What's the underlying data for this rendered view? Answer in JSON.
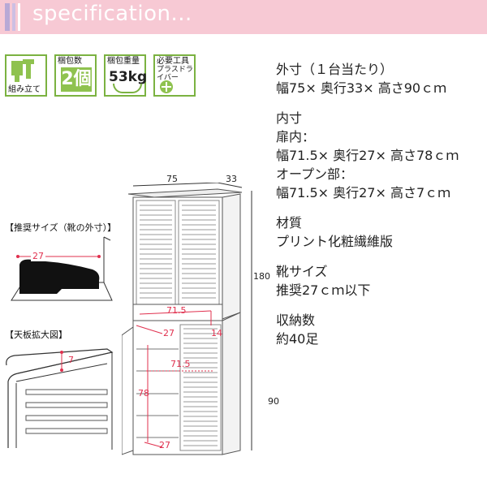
{
  "header": {
    "title": "specification..."
  },
  "icons": [
    {
      "label": "組み立て",
      "name": "assembly"
    },
    {
      "label": "梱包数",
      "value": "2個",
      "name": "package-count"
    },
    {
      "label": "梱包重量",
      "value": "53kg",
      "name": "package-weight"
    },
    {
      "label": "必要工具",
      "sub": "プラスドライバー",
      "name": "required-tools"
    }
  ],
  "spec": {
    "outer_title": "外寸（１台当たり）",
    "outer_value": "幅75× 奥行33× 高さ90ｃｍ",
    "inner_title": "内寸",
    "door_inner_label": "扉内：",
    "door_inner_value": "幅71.5× 奥行27× 高さ78ｃｍ",
    "open_label": "オープン部：",
    "open_value": "幅71.5× 奥行27× 高さ7ｃｍ",
    "material_title": "材質",
    "material_value": "プリント化粧繊維版",
    "shoe_title": "靴サイズ",
    "shoe_value": "推奨27ｃｍ以下",
    "capacity_title": "収納数",
    "capacity_value": "約40足"
  },
  "left": {
    "recommended_label": "【推奨サイズ（靴の外寸）】",
    "shoe_dim": "27",
    "top_label": "【天板拡大図】",
    "top_dim": "7"
  },
  "cabinet": {
    "width": "75",
    "depth": "33",
    "total_height": "180",
    "lower_height": "90",
    "open_width": "71.5",
    "open_depth": "27",
    "open_height": "14",
    "inner_width": "71.5",
    "inner_height": "78",
    "inner_depth": "27"
  }
}
